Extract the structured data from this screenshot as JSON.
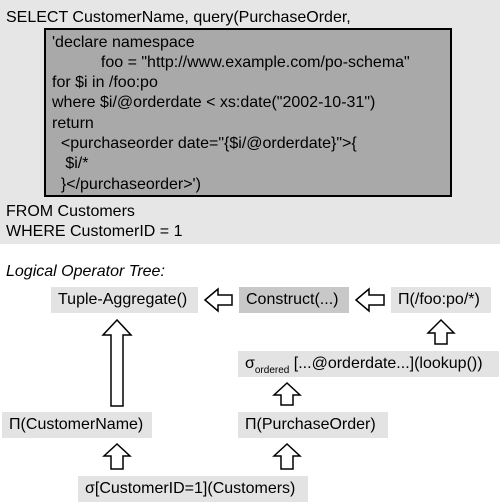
{
  "sql": {
    "select_line": "SELECT CustomerName, query(PurchaseOrder,",
    "xquery_lines": [
      "'declare namespace",
      "           foo = \"http://www.example.com/po-schema\"",
      "for $i in /foo:po",
      "where $i/@orderdate < xs:date(\"2002-10-31\")",
      "return",
      "  <purchaseorder date=\"{$i/@orderdate}\">{",
      "   $i/*",
      "  }</purchaseorder>')"
    ],
    "from_line": "FROM Customers",
    "where_line": "WHERE CustomerID = 1"
  },
  "tree": {
    "title": "Logical Operator Tree:",
    "nodes": {
      "tuple_aggregate": "Tuple-Aggregate()",
      "construct": "Construct(...)",
      "project_foo_po": "Π(/foo:po/*)",
      "sigma_symbol": "σ",
      "sigma_sub": "ordered",
      "sigma_rest": " [...@orderdate...](lookup())",
      "project_customername": "Π(CustomerName)",
      "project_purchaseorder": "Π(PurchaseOrder)",
      "select_customers": "σ[CustomerID=1](Customers)"
    }
  }
}
